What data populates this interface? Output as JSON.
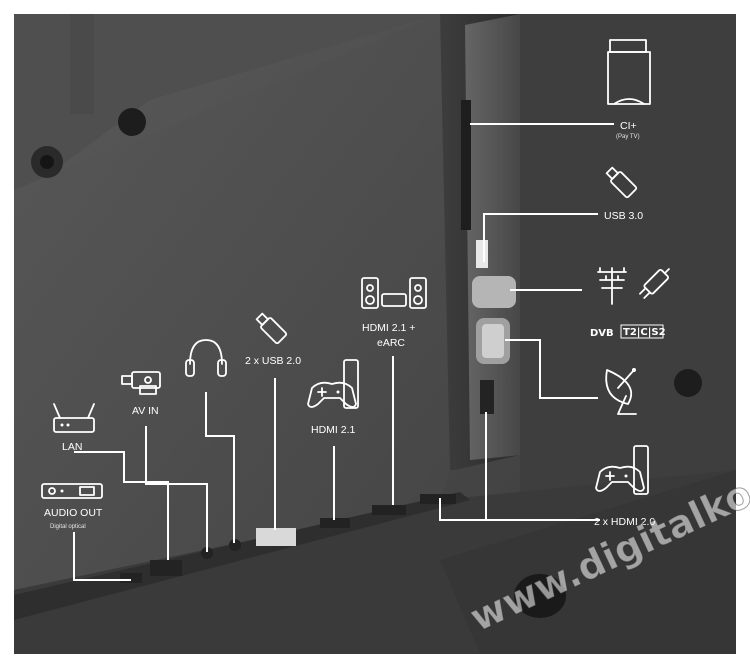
{
  "labels": {
    "ci": "CI+",
    "ci_sub": "(Pay TV)",
    "usb3": "USB 3.0",
    "dvb": "DVB",
    "dvb_systems": "T2|C|S2",
    "hdmi21_earc_line1": "HDMI 2.1 +",
    "hdmi21_earc_line2": "eARC",
    "usb2": "2 x USB 2.0",
    "hdmi21": "HDMI 2.1",
    "av_in": "AV IN",
    "lan": "LAN",
    "audio_out": "AUDIO OUT",
    "audio_out_sub": "Digital optical",
    "hdmi20": "2 x HDMI 2.0"
  },
  "watermark": "www.digitalko.hu",
  "icons": [
    "ci-card-icon",
    "usb-stick-icon",
    "antenna-icon",
    "cable-connector-icon",
    "satellite-dish-icon",
    "speakers-icon",
    "usb-stick-icon",
    "headphones-icon",
    "gamepad-icon",
    "camcorder-icon",
    "router-icon",
    "optical-port-icon",
    "gamepad-icon"
  ]
}
